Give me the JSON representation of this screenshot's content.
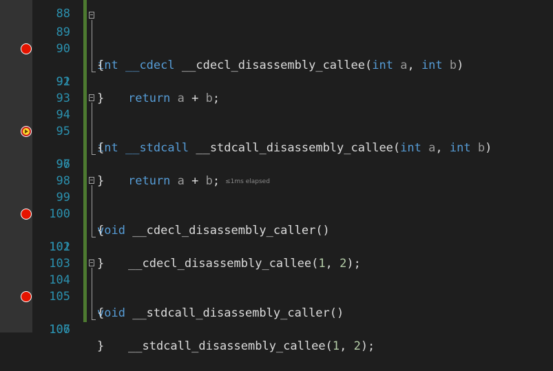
{
  "editor": {
    "colors": {
      "background": "#1e1e1e",
      "line_number": "#2b91af",
      "keyword": "#569cd6",
      "text": "#dcdcdc",
      "parameter": "#9a9a9a",
      "number": "#b5cea8",
      "breakpoint": "#e51400",
      "change_bar": "#57a64a"
    },
    "top_partial_line": "88",
    "lines": [
      {
        "num": "89",
        "kw1": "int",
        "kw2": "__cdecl",
        "name": "__cdecl_disassembly_callee",
        "open": "(",
        "t1": "int",
        "p1": "a",
        "comma": ", ",
        "t2": "int",
        "p2": "b",
        "close": ")"
      },
      {
        "num": "90",
        "text": "{"
      },
      {
        "num": "91",
        "ret": "return",
        "a": "a",
        "op": " + ",
        "b": "b",
        "semi": ";"
      },
      {
        "num": "92",
        "text": "}"
      },
      {
        "num": "93"
      },
      {
        "num": "94",
        "kw1": "int",
        "kw2": "__stdcall",
        "name": "__stdcall_disassembly_callee",
        "open": "(",
        "t1": "int",
        "p1": "a",
        "comma": ", ",
        "t2": "int",
        "p2": "b",
        "close": ")"
      },
      {
        "num": "95",
        "text": "{"
      },
      {
        "num": "96",
        "ret": "return",
        "a": "a",
        "op": " + ",
        "b": "b",
        "semi": ";",
        "perf_tip": "≤1ms elapsed"
      },
      {
        "num": "97",
        "text": "}"
      },
      {
        "num": "98"
      },
      {
        "num": "99",
        "kw1": "void",
        "name": "__cdecl_disassembly_caller",
        "parens": "()"
      },
      {
        "num": "100",
        "text": "{"
      },
      {
        "num": "101",
        "call": "__cdecl_disassembly_callee",
        "open": "(",
        "n1": "1",
        "comma": ", ",
        "n2": "2",
        "close": ");"
      },
      {
        "num": "102",
        "text": "}"
      },
      {
        "num": "103"
      },
      {
        "num": "104",
        "kw1": "void",
        "name": "__stdcall_disassembly_caller",
        "parens": "()"
      },
      {
        "num": "105",
        "text": "{"
      },
      {
        "num": "106",
        "call": "__stdcall_disassembly_callee",
        "open": "(",
        "n1": "1",
        "comma": ", ",
        "n2": "2",
        "close": ");"
      },
      {
        "num": "107",
        "text": "}"
      }
    ]
  }
}
